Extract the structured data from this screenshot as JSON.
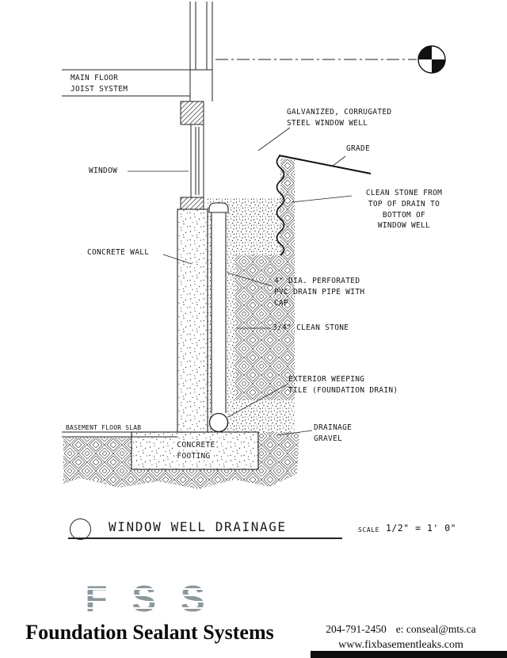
{
  "drawing": {
    "labels": {
      "main_floor_joist": "MAIN FLOOR\nJOIST SYSTEM",
      "window_well": "GALVANIZED, CORRUGATED\nSTEEL WINDOW WELL",
      "grade": "GRADE",
      "clean_stone_note": "CLEAN STONE FROM\nTOP OF DRAIN TO\nBOTTOM OF\nWINDOW WELL",
      "window": "WINDOW",
      "concrete_wall": "CONCRETE WALL",
      "drain_pipe": "4\" DIA. PERFORATED\nPVC DRAIN PIPE WITH\nCAP",
      "clean_stone": "3/4\" CLEAN STONE",
      "weeping_tile": "EXTERIOR WEEPING\nTILE (FOUNDATION DRAIN)",
      "basement_floor_slab": "BASEMENT FLOOR SLAB",
      "drainage_gravel": "DRAINAGE\nGRAVEL",
      "concrete_footing": "CONCRETE\nFOOTING"
    },
    "title": "WINDOW WELL DRAINAGE",
    "scale_label": "SCALE",
    "scale_value": "1/2\" = 1' 0\""
  },
  "footer": {
    "logo": "F S S",
    "company": "Foundation Sealant Systems",
    "phone": "204-791-2450",
    "email": "e: conseal@mts.ca",
    "website": "www.fixbasementleaks.com"
  }
}
